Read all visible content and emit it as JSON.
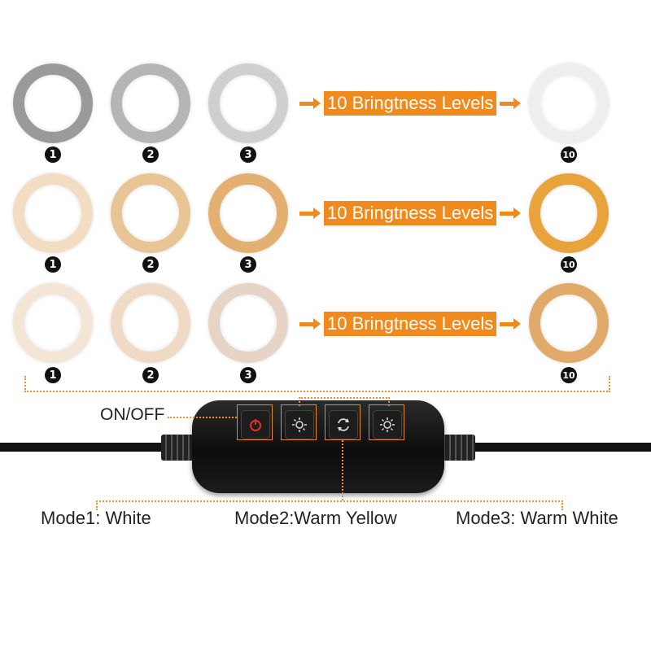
{
  "banner_text": "10 Bringtness Levels",
  "rows": [
    {
      "name": "white",
      "levels": [
        "1",
        "2",
        "3",
        "10"
      ],
      "colors": [
        "#9a9a9a",
        "#b5b5b5",
        "#cfcfcf",
        "#eeeeee"
      ]
    },
    {
      "name": "warm-yellow",
      "levels": [
        "1",
        "2",
        "3",
        "10"
      ],
      "colors": [
        "#f2dcc2",
        "#e9c596",
        "#e4b071",
        "#e8a33b"
      ]
    },
    {
      "name": "warm-white",
      "levels": [
        "1",
        "2",
        "3",
        "10"
      ],
      "colors": [
        "#f4e6d6",
        "#efdac6",
        "#e6d5c6",
        "#e2aa6a"
      ]
    }
  ],
  "controller": {
    "onoff_label": "ON/OFF",
    "buttons": [
      "power-icon",
      "brightness-down-icon",
      "mode-switch-icon",
      "brightness-up-icon"
    ],
    "power_color": "#e0312a"
  },
  "modes": {
    "mode1": "Mode1: White",
    "mode2": "Mode2:Warm Yellow",
    "mode3": "Mode3: Warm White"
  },
  "accent": "#f08a1c"
}
